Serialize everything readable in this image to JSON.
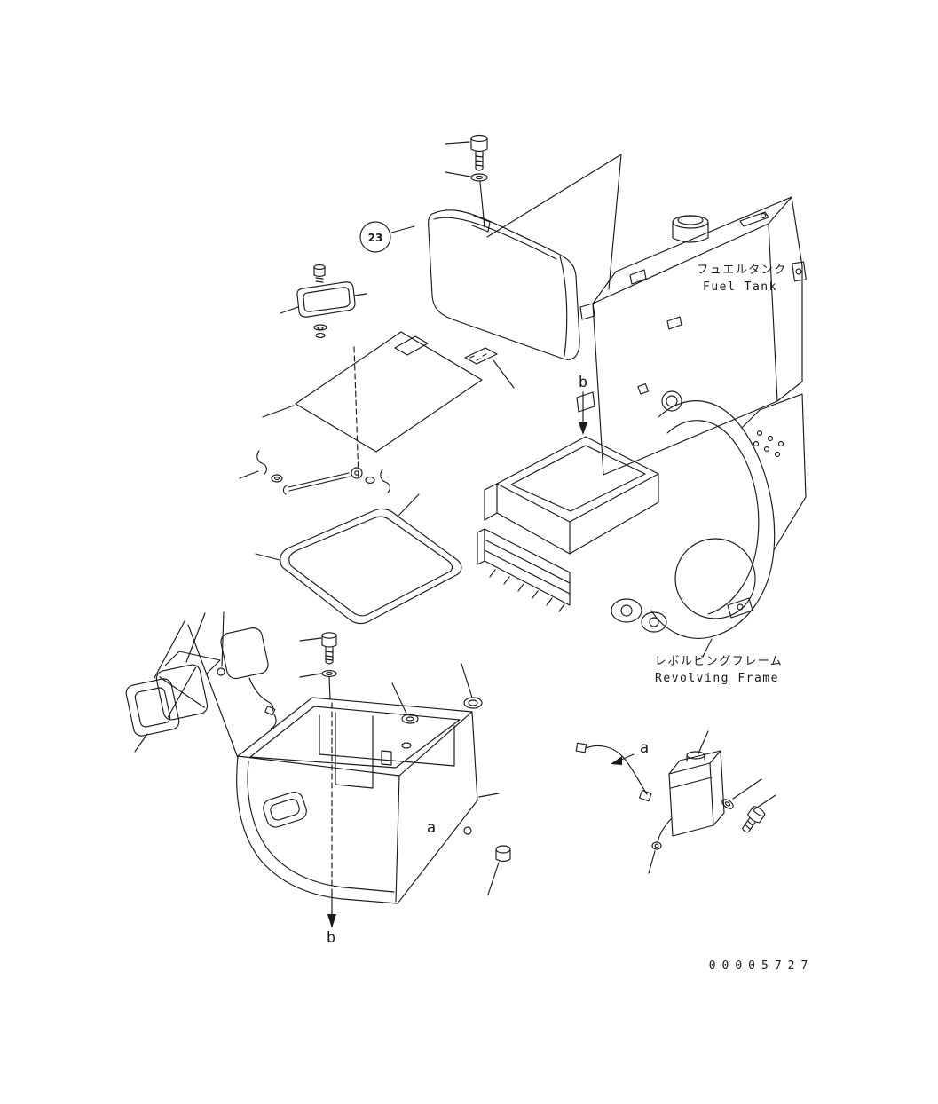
{
  "page": {
    "background": "#ffffff",
    "ink": "#1a1a1a"
  },
  "callout": {
    "number": "23",
    "fill": "#157a15",
    "text_color": "#bdecbd"
  },
  "annotations": {
    "fuel_tank": {
      "jp": "フュエルタンク",
      "en": "Fuel Tank"
    },
    "revolving_frame": {
      "jp": "レボルビングフレーム",
      "en": "Revolving Frame"
    },
    "view_b_top": "b",
    "view_a_reservoir": "a",
    "view_a_box": "a",
    "view_b_box": "b",
    "drawing_number": "00005727"
  }
}
